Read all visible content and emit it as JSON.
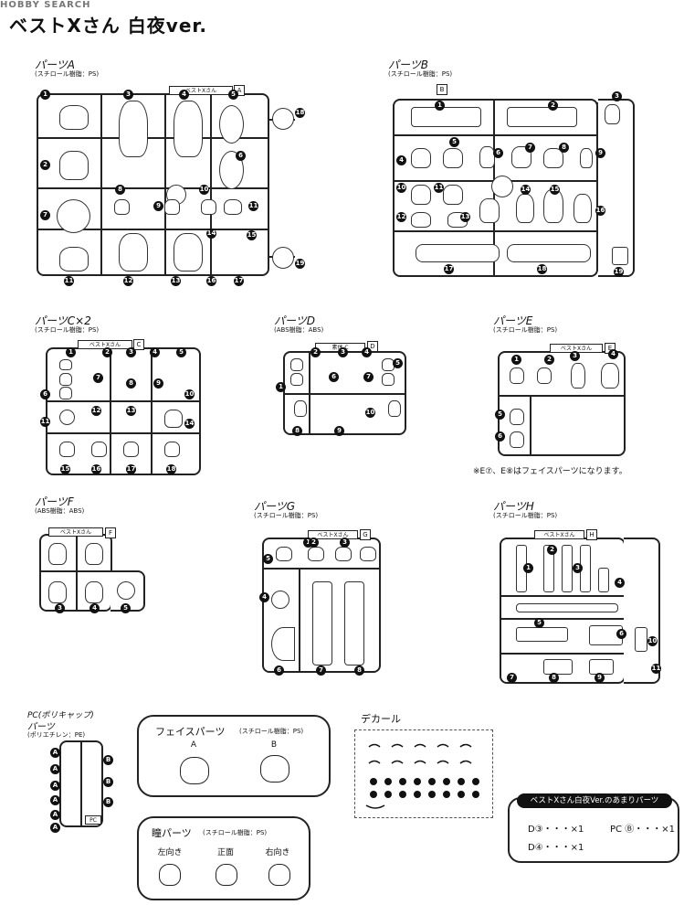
{
  "watermark": "HOBBY SEARCH",
  "title": "ベストXさん 白夜ver.",
  "sheets": {
    "A": {
      "title": "パーツA",
      "material": "(スチロール樹脂：PS)",
      "tag": "ベストXさん",
      "letter": "A"
    },
    "B": {
      "title": "パーツB",
      "material": "(スチロール樹脂：PS)",
      "letter": "B"
    },
    "C": {
      "title": "パーツC×2",
      "material": "(スチロール樹脂：PS)",
      "tag": "ベストXさん",
      "letter": "C"
    },
    "D": {
      "title": "パーツD",
      "material": "(ABS樹脂：ABS)",
      "tag": "素体 C",
      "letter": "D"
    },
    "E": {
      "title": "パーツE",
      "material": "(スチロール樹脂：PS)",
      "tag": "ベストXさん",
      "letter": "E"
    },
    "F": {
      "title": "パーツF",
      "material": "(ABS樹脂：ABS)",
      "tag": "ベストXさん",
      "letter": "F"
    },
    "G": {
      "title": "パーツG",
      "material": "(スチロール樹脂：PS)",
      "tag": "ベストXさん",
      "letter": "G"
    },
    "H": {
      "title": "パーツH",
      "material": "(スチロール樹脂：PS)",
      "tag": "ベストXさん",
      "letter": "H"
    }
  },
  "face_note": "※E⑦、E⑧はフェイスパーツになります。",
  "pc": {
    "title": "PC(ポリキャップ)",
    "title2": "パーツ",
    "material": "(ポリエチレン：PE)",
    "tag": "PC"
  },
  "face_parts": {
    "title": "フェイスパーツ",
    "material": "(スチロール樹脂：PS)",
    "a": "A",
    "b": "B"
  },
  "eye_parts": {
    "title": "瞳パーツ",
    "material": "(スチロール樹脂：PS)",
    "left": "左向き",
    "front": "正面",
    "right": "右向き"
  },
  "decal": {
    "title": "デカール"
  },
  "spares": {
    "title": "ベストXさん白夜Ver.のあまりパーツ",
    "items": [
      {
        "part": "D③",
        "qty": "・・・×1"
      },
      {
        "part": "PC Ⓑ",
        "qty": "・・・×1"
      },
      {
        "part": "D④",
        "qty": "・・・×1"
      }
    ]
  }
}
